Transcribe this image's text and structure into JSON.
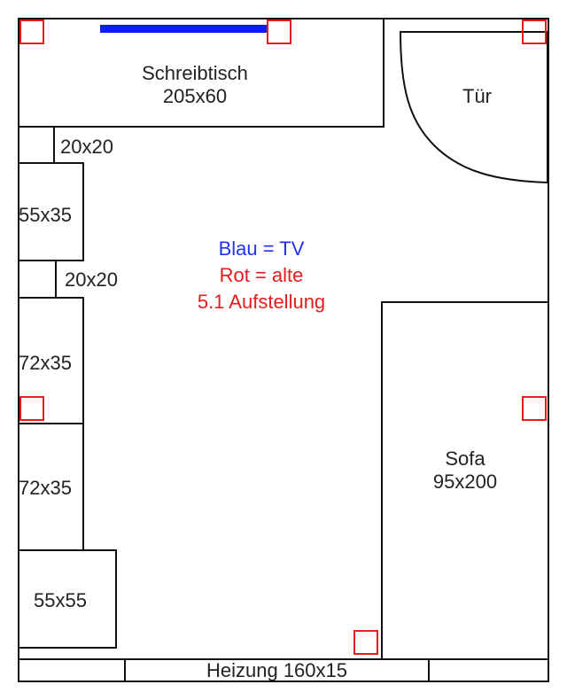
{
  "furniture": {
    "desk": {
      "name": "Schreibtisch",
      "size": "205x60"
    },
    "door": {
      "name": "Tür"
    },
    "shelf_top": {
      "size": "20x20"
    },
    "cabinet_1": {
      "size": "55x35"
    },
    "shelf_mid": {
      "size": "20x20"
    },
    "cabinet_2": {
      "size": "72x35"
    },
    "cabinet_3": {
      "size": "72x35"
    },
    "box_bottom": {
      "size": "55x55"
    },
    "sofa": {
      "name": "Sofa",
      "size": "95x200"
    },
    "heater": {
      "label": "Heizung 160x15"
    }
  },
  "legend": {
    "line1": "Blau = TV",
    "line2": "Rot = alte",
    "line3": "5.1 Aufstellung"
  },
  "colors": {
    "tv": "#0a1ef0",
    "speaker": "#e81c1c",
    "walls": "#111111"
  }
}
